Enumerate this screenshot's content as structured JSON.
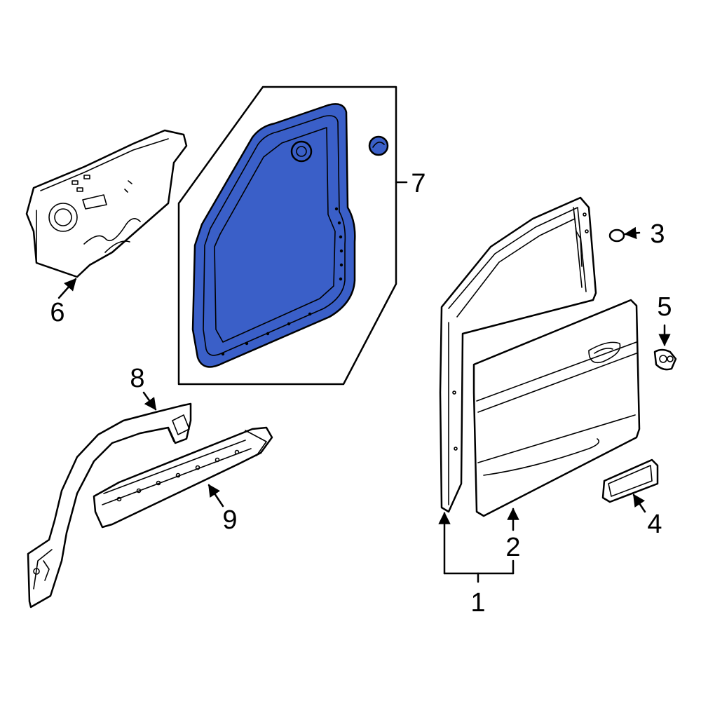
{
  "colors": {
    "highlight": "#3a5fc8",
    "line": "#000000",
    "background": "#ffffff"
  },
  "callouts": {
    "c1": "1",
    "c2": "2",
    "c3": "3",
    "c4": "4",
    "c5": "5",
    "c6": "6",
    "c7": "7",
    "c8": "8",
    "c9": "9"
  }
}
